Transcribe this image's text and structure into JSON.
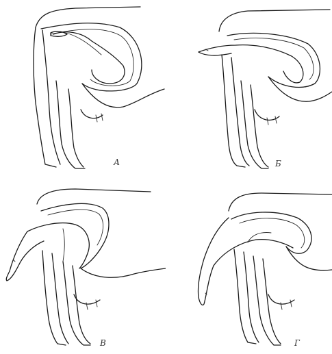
{
  "panels": [
    {
      "label": "А"
    },
    {
      "label": "Б"
    },
    {
      "label": "В"
    },
    {
      "label": "Г"
    }
  ]
}
